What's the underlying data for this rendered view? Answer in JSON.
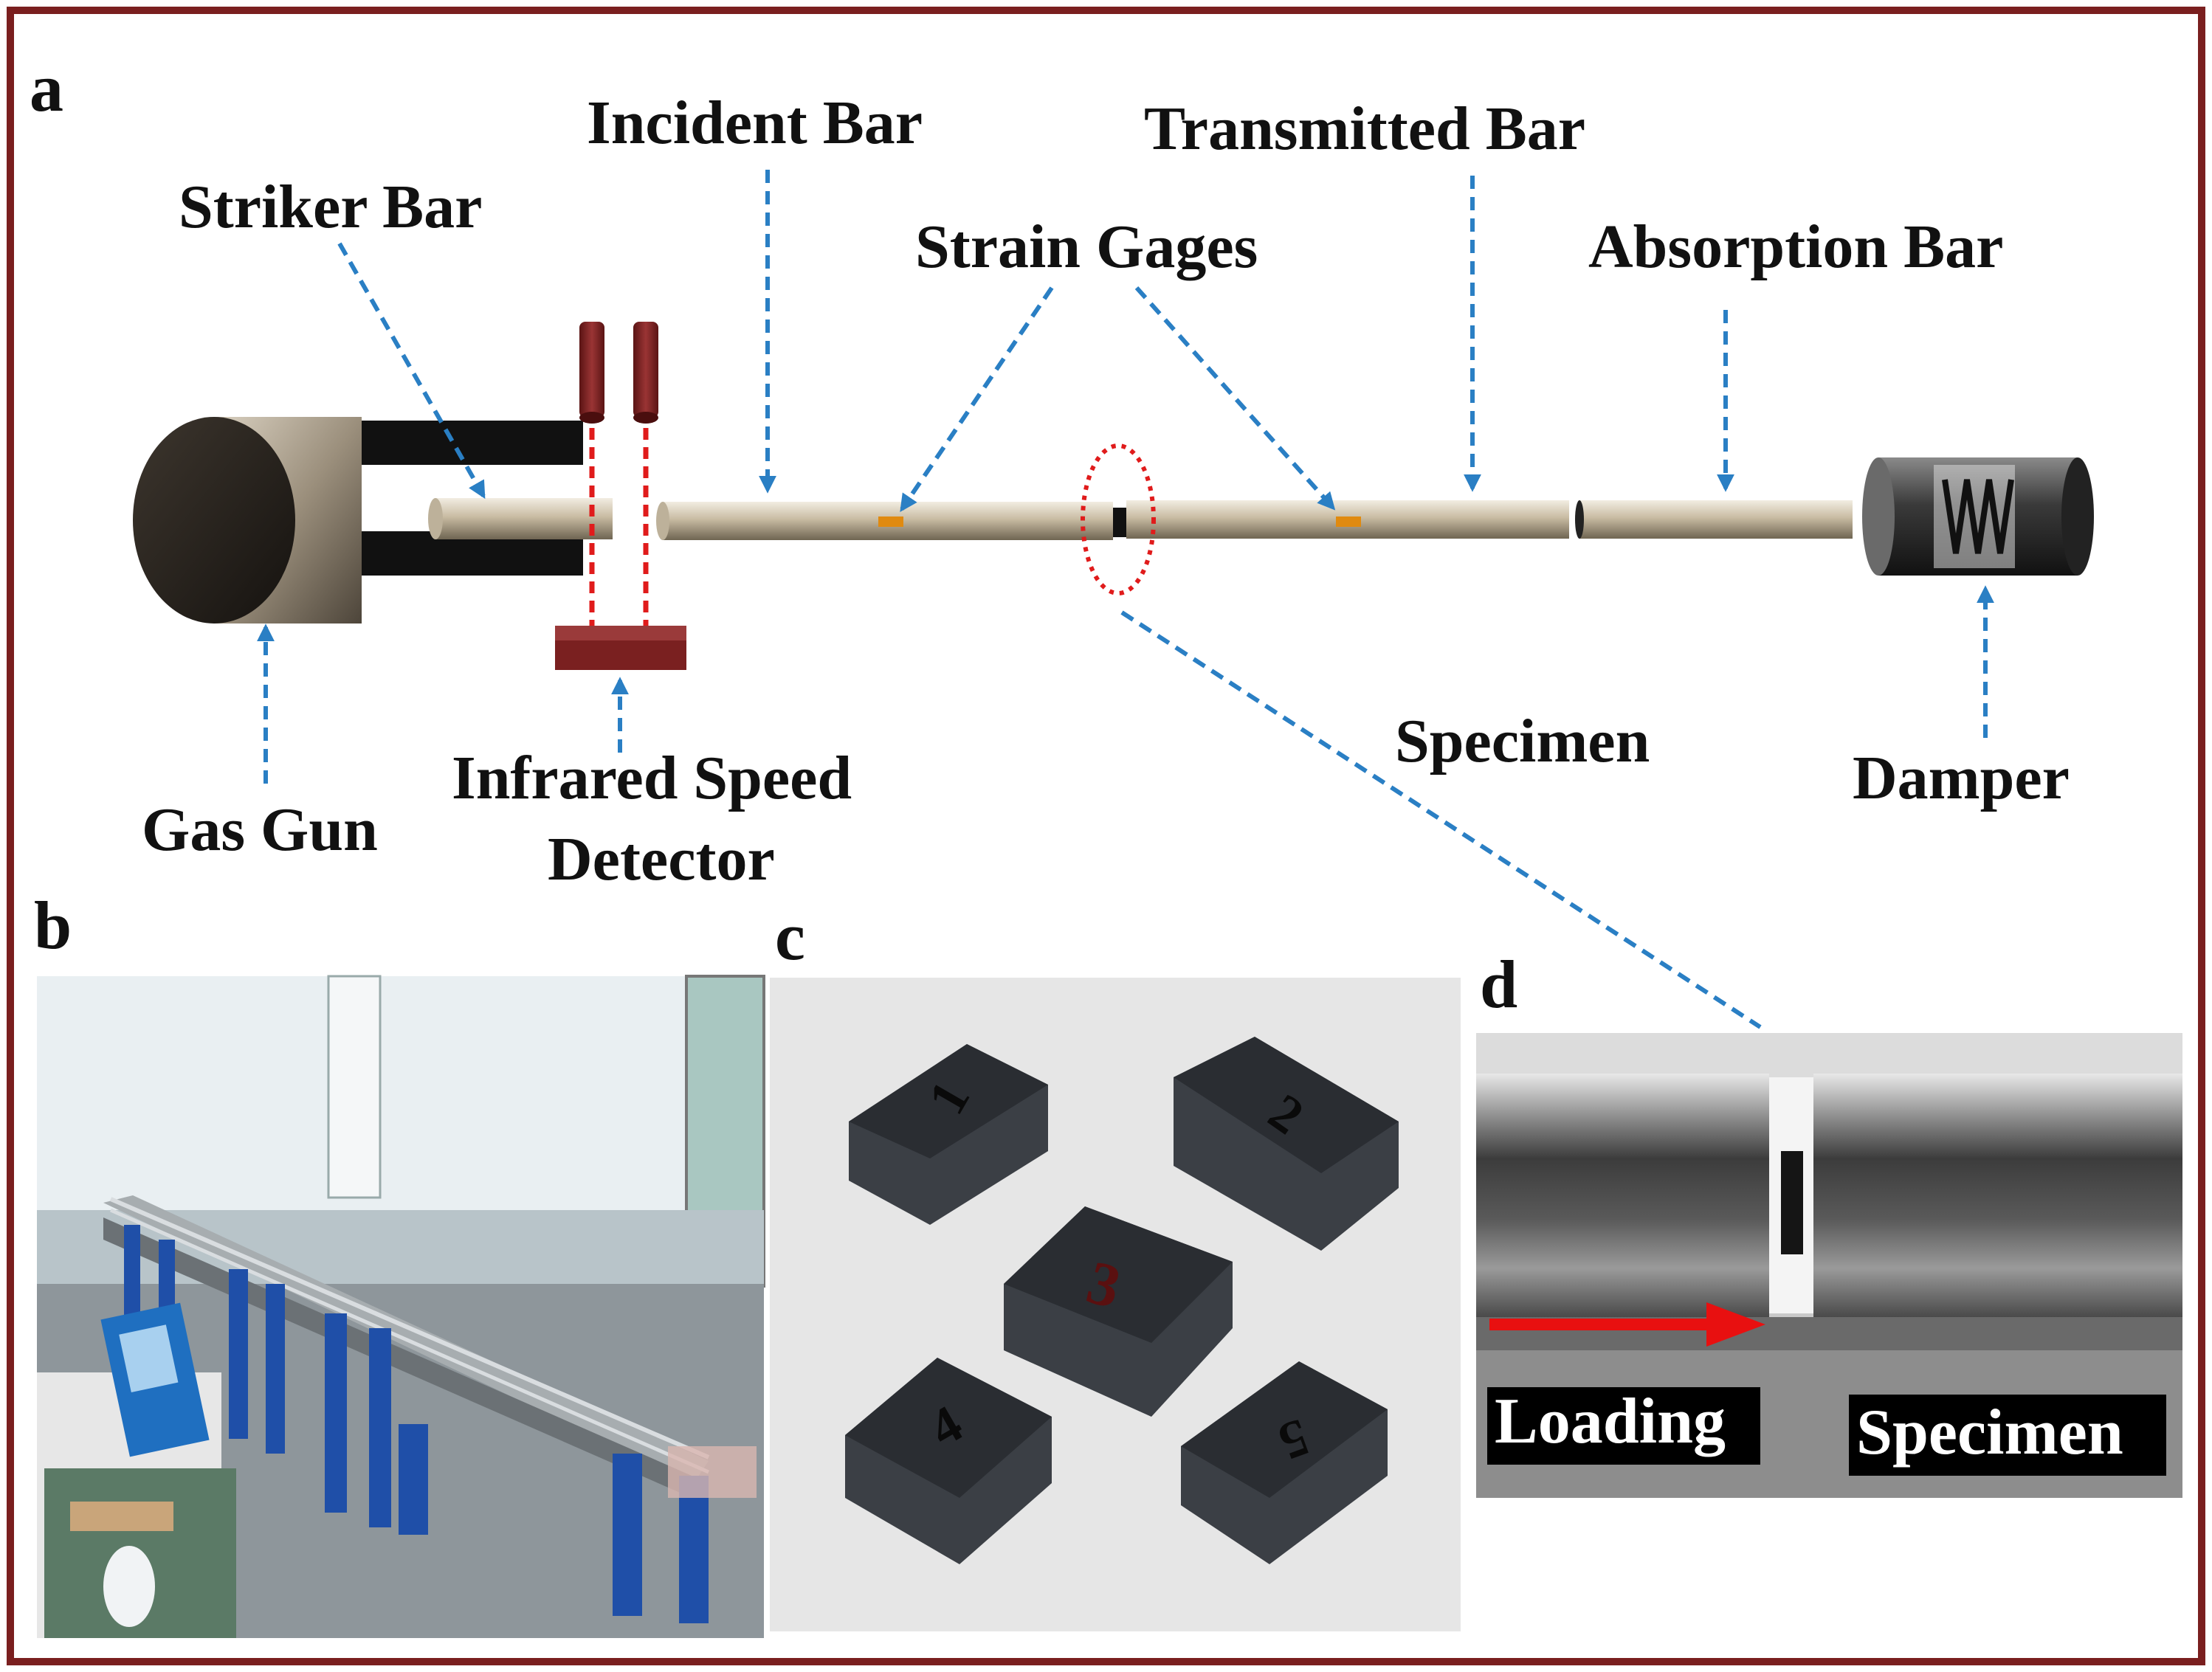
{
  "panels": {
    "a": "a",
    "b": "b",
    "c": "c",
    "d": "d"
  },
  "labels": {
    "incident_bar": "Incident Bar",
    "transmitted_bar": "Transmitted Bar",
    "striker_bar": "Striker Bar",
    "strain_gages": "Strain Gages",
    "absorption_bar": "Absorption Bar",
    "specimen": "Specimen",
    "gas_gun": "Gas Gun",
    "infrared_speed_line1": "Infrared Speed",
    "infrared_speed_line2": "Detector",
    "damper": "Damper"
  },
  "photo_d": {
    "loading": "Loading",
    "specimen": "Specimen"
  },
  "specimen_numbers": [
    "1",
    "2",
    "3",
    "4",
    "5"
  ],
  "colors": {
    "frame_border": "#7a1f1f",
    "arrow_blue": "#2a7fc4",
    "laser_red": "#e01b1b",
    "detector_dark_red": "#7a2020",
    "gage_orange": "#e08a10",
    "bar_tan": "#cbbfa8",
    "load_arrow_red": "#e81010"
  }
}
